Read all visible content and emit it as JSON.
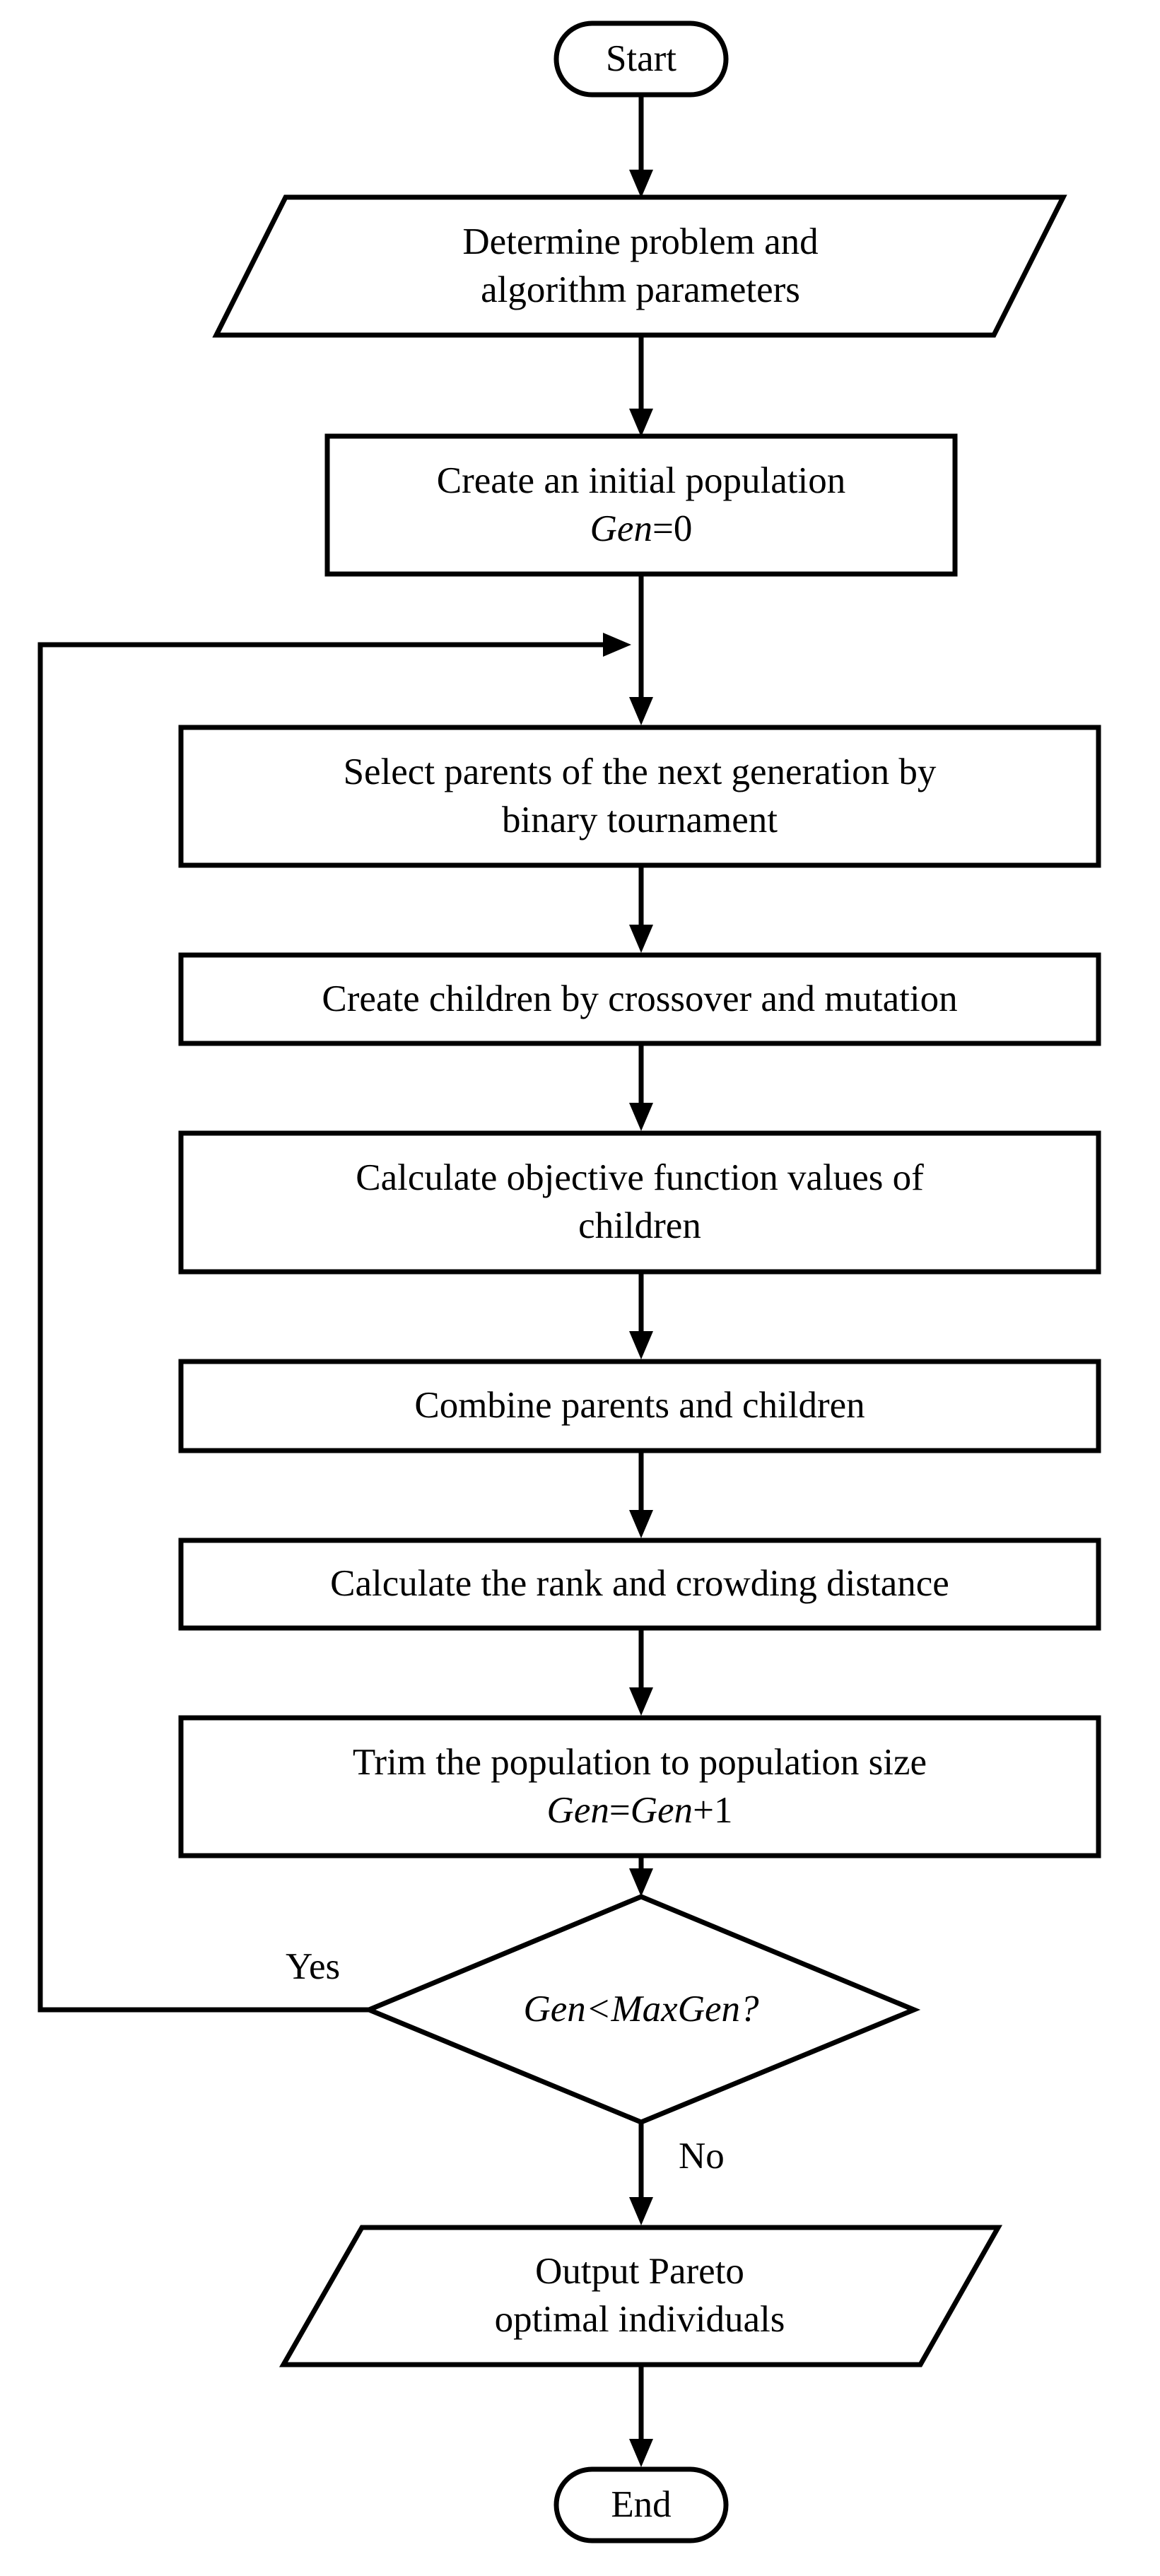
{
  "diagram": {
    "title": "NSGA-II multi-objective genetic algorithm flowchart",
    "stroke_color": "#000000",
    "fill_color": "#ffffff",
    "background": "#ffffff"
  },
  "nodes": {
    "start": {
      "shape": "terminator",
      "label": "Start"
    },
    "determine": {
      "shape": "parallelogram",
      "line1": "Determine problem and",
      "line2": "algorithm parameters"
    },
    "create_population": {
      "shape": "process",
      "line1": "Create an initial population",
      "line2_italic": "Gen",
      "line2_plain": "=0"
    },
    "select_parents": {
      "shape": "process",
      "line1": "Select parents of the next generation by",
      "line2": "binary tournament"
    },
    "create_children": {
      "shape": "process",
      "line1": "Create children by crossover and mutation"
    },
    "calc_objective": {
      "shape": "process",
      "line1": "Calculate objective function values of",
      "line2": "children"
    },
    "combine": {
      "shape": "process",
      "line1": "Combine parents and children"
    },
    "calc_rank": {
      "shape": "process",
      "line1": "Calculate the rank and crowding distance"
    },
    "trim": {
      "shape": "process",
      "line1": "Trim the population to population size",
      "line2_italic_a": "Gen",
      "line2_plain_a": "=",
      "line2_italic_b": "Gen",
      "line2_plain_b": "+1"
    },
    "decision": {
      "shape": "diamond",
      "label_italic": "Gen<MaxGen?"
    },
    "output": {
      "shape": "parallelogram",
      "line1": "Output Pareto",
      "line2": "optimal individuals"
    },
    "end": {
      "shape": "terminator",
      "label": "End"
    }
  },
  "edges": {
    "yes_label": "Yes",
    "no_label": "No"
  }
}
